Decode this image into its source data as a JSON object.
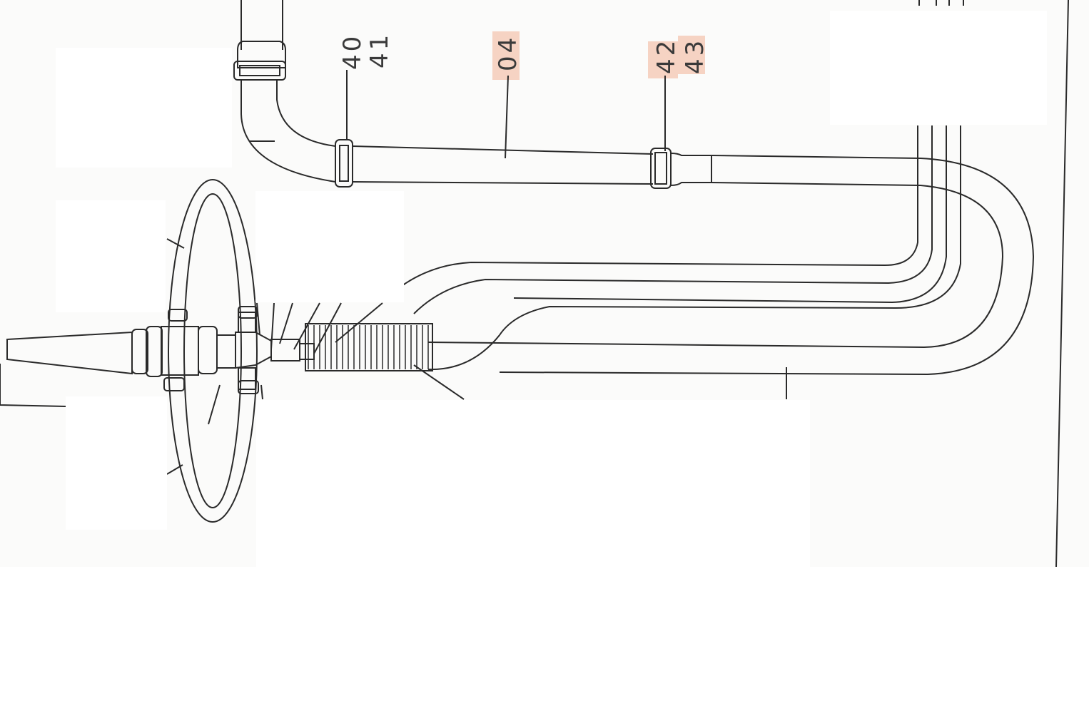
{
  "diagram": {
    "callouts": [
      {
        "id": "c40",
        "text": "40",
        "highlighted": false
      },
      {
        "id": "c41",
        "text": "41",
        "highlighted": false
      },
      {
        "id": "c04",
        "text": "04",
        "highlighted": true
      },
      {
        "id": "c42",
        "text": "42",
        "highlighted": true
      },
      {
        "id": "c43",
        "text": "43",
        "highlighted": true
      }
    ],
    "colors": {
      "line": "#2a2a2a",
      "highlight": "#f6d3c3",
      "paper": "#fbfbfa"
    }
  }
}
